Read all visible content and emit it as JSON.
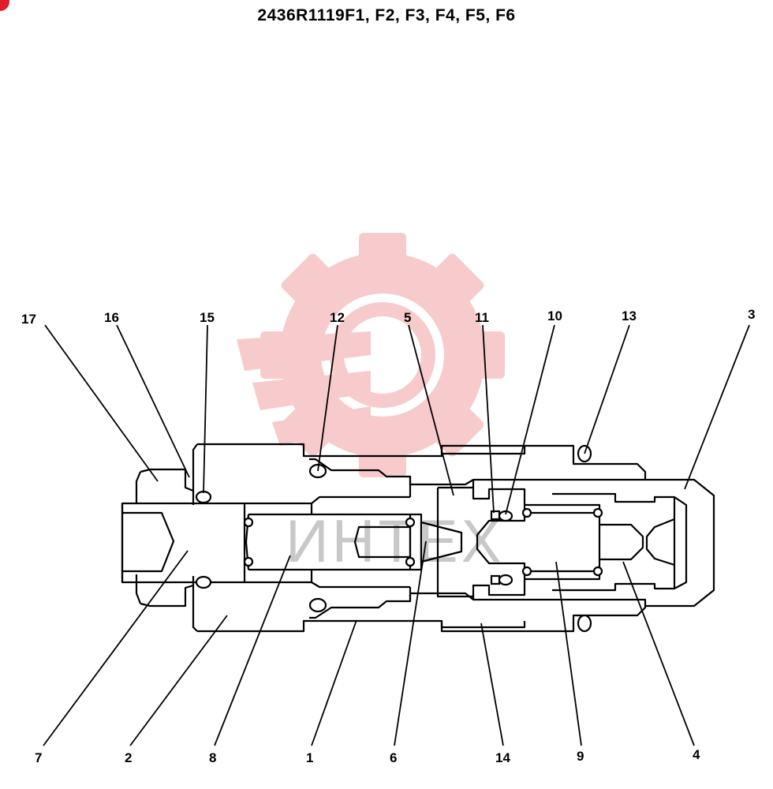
{
  "title": "2436R1119F1, F2, F3, F4, F5, F6",
  "watermark": {
    "text": "ИНТЕХ",
    "logo": "gear-logo",
    "color": "#f5b8b8"
  },
  "accent_color": "#e01e2a",
  "callouts": {
    "c17": "17",
    "c16": "16",
    "c15": "15",
    "c12": "12",
    "c5": "5",
    "c11": "11",
    "c10": "10",
    "c13": "13",
    "c3": "3",
    "c7": "7",
    "c2": "2",
    "c8": "8",
    "c1": "1",
    "c6": "6",
    "c14": "14",
    "c9": "9",
    "c4": "4"
  }
}
